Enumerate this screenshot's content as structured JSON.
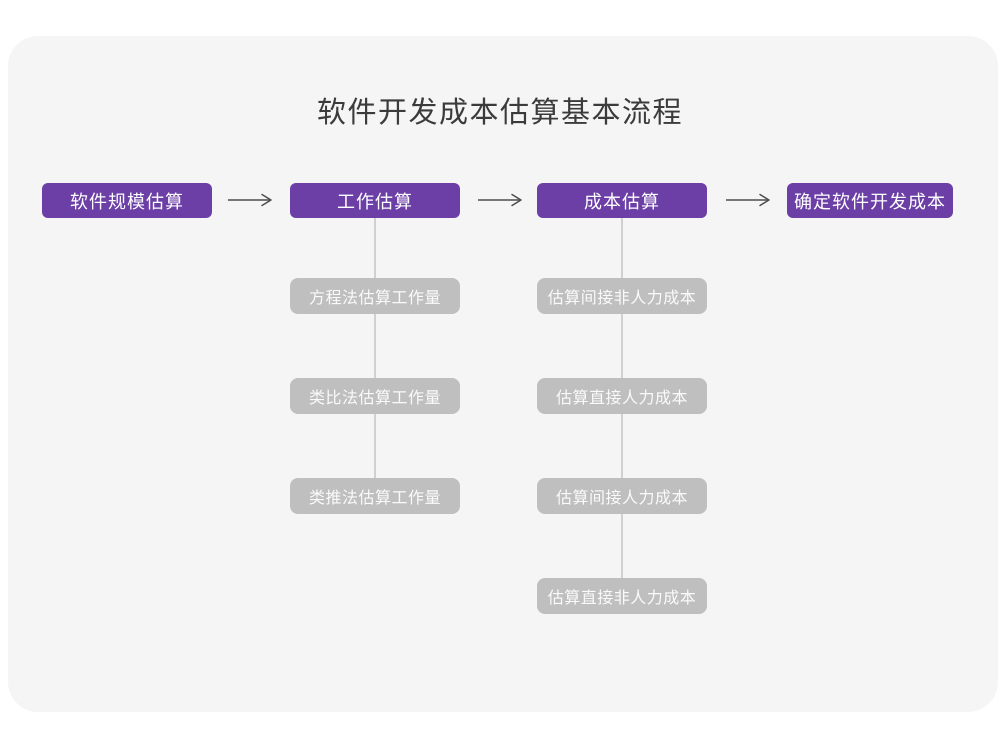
{
  "title": "软件开发成本估算基本流程",
  "colors": {
    "accent_purple": "#6C3FA6",
    "sub_node_gray": "#BFBFBF",
    "canvas_background": "#F5F5F6",
    "connector_line": "#D0D0D0",
    "arrow": "#4D4D4D",
    "title_text": "#3B3B3B"
  },
  "flow": {
    "main_steps": [
      {
        "label": "软件规模估算"
      },
      {
        "label": "工作估算",
        "children": [
          "方程法估算工作量",
          "类比法估算工作量",
          "类推法估算工作量"
        ]
      },
      {
        "label": "成本估算",
        "children": [
          "估算间接非人力成本",
          "估算直接人力成本",
          "估算间接人力成本",
          "估算直接非人力成本"
        ]
      },
      {
        "label": "确定软件开发成本"
      }
    ]
  }
}
